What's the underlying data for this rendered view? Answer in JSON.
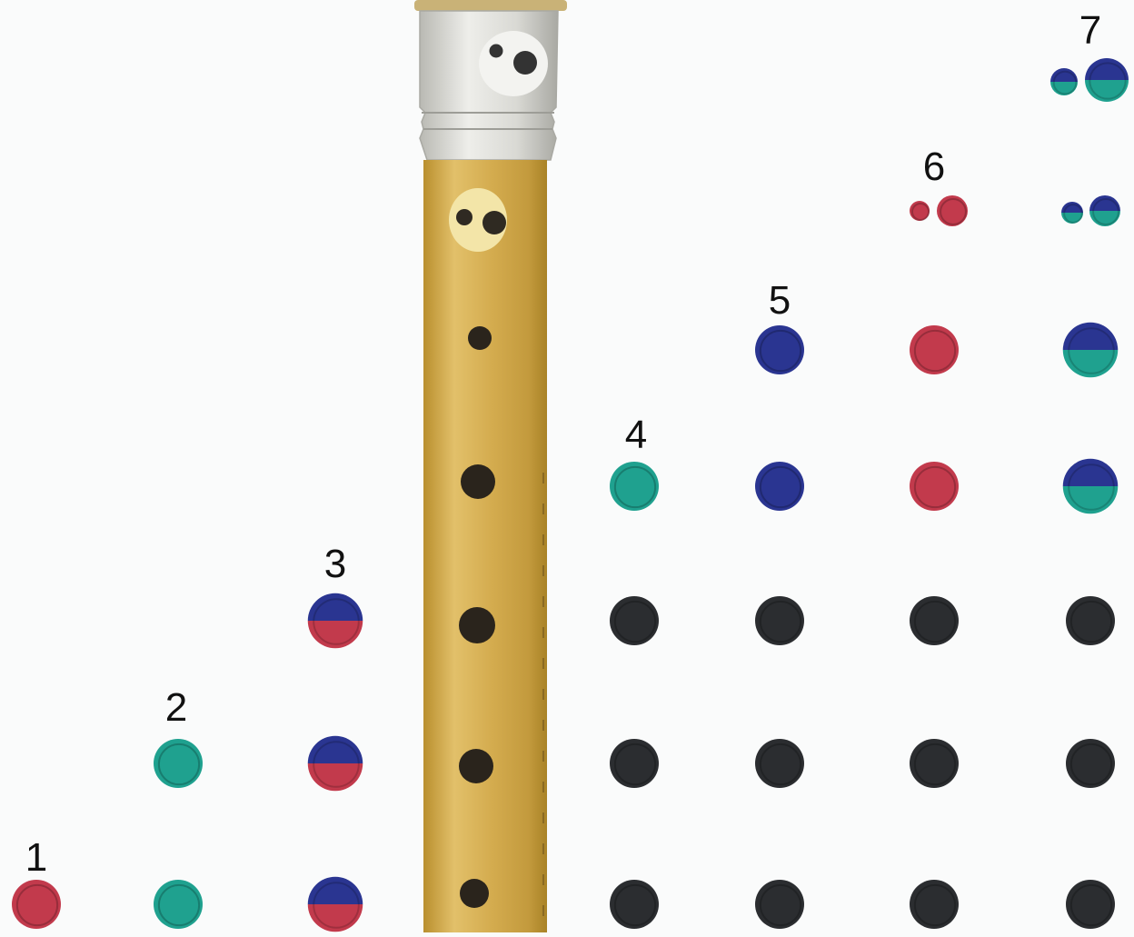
{
  "colors": {
    "background": "#fafbfb",
    "red": "#c23a4c",
    "teal": "#1fa18f",
    "blue": "#2a3591",
    "black": "#2b2d30",
    "body_gold": "#d9b458",
    "headjoint_silver": "#dcdcd7"
  },
  "instrument": {
    "name": "recorder",
    "thumb_hole_type": "double",
    "front_holes": 7
  },
  "columns": [
    {
      "label": "1",
      "holes": [
        "red",
        "none",
        "none",
        "none",
        "none",
        "none",
        "none"
      ]
    },
    {
      "label": "2",
      "holes": [
        "teal",
        "teal",
        "none",
        "none",
        "none",
        "none",
        "none"
      ]
    },
    {
      "label": "3",
      "holes": [
        "blue-red",
        "blue-red",
        "blue-red",
        "none",
        "none",
        "none",
        "none"
      ]
    },
    {
      "label": "4",
      "holes": [
        "black",
        "black",
        "black",
        "teal",
        "none",
        "none",
        "none"
      ]
    },
    {
      "label": "5",
      "holes": [
        "black",
        "black",
        "black",
        "blue",
        "blue",
        "none",
        "none"
      ]
    },
    {
      "label": "6",
      "holes": [
        "black",
        "black",
        "black",
        "red",
        "red",
        "double-red",
        "none"
      ]
    },
    {
      "label": "7",
      "holes": [
        "black",
        "black",
        "black",
        "blue-teal",
        "blue-teal",
        "double-blue-teal",
        "double-blue-teal"
      ]
    }
  ]
}
